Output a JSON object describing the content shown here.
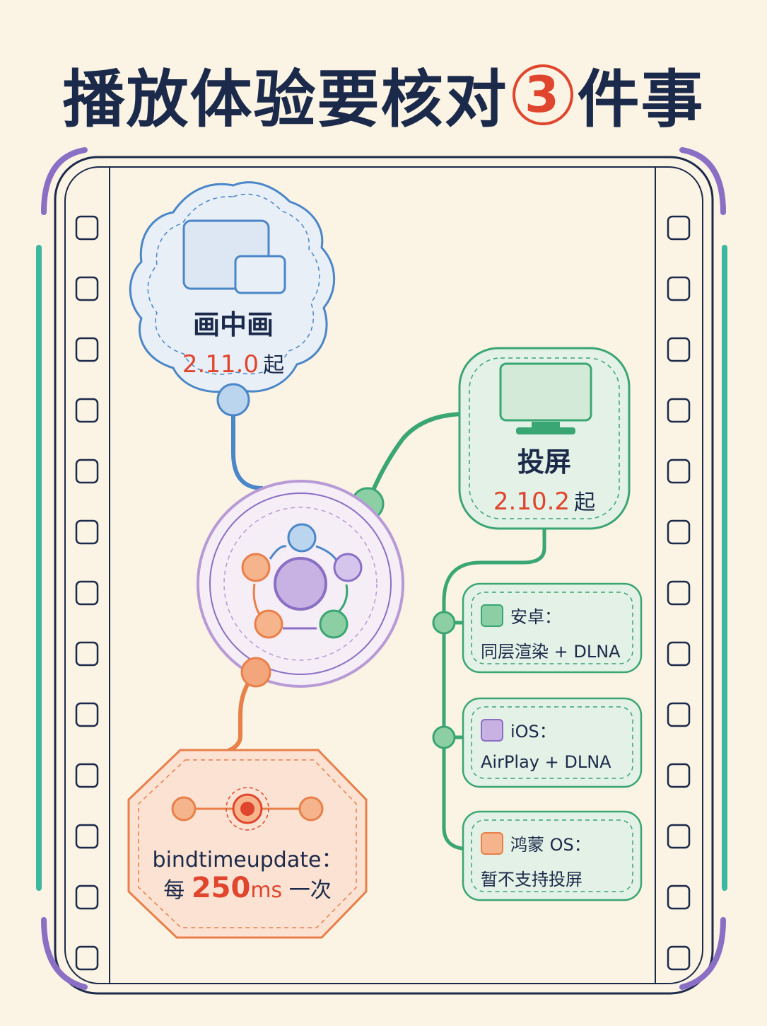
{
  "title": {
    "before": "播放体验要核对",
    "number": "3",
    "after": "件事"
  },
  "pip": {
    "label": "画中画",
    "version": "2.11.0",
    "suffix": "起"
  },
  "cast": {
    "label": "投屏",
    "version": "2.10.2",
    "suffix": "起",
    "platforms": [
      {
        "name": "安卓：",
        "desc": "同层渲染 + DLNA",
        "color": "#3aa673"
      },
      {
        "name": "iOS：",
        "desc": "AirPlay + DLNA",
        "color": "#8a6fc4"
      },
      {
        "name": "鸿蒙 OS：",
        "desc": "暂不支持投屏",
        "color": "#e8804a"
      }
    ]
  },
  "timeupdate": {
    "event": "bindtimeupdate：",
    "prefix": "每",
    "value": "250",
    "unit": "ms",
    "suffix": "一次"
  },
  "colors": {
    "navy": "#1b2a4a",
    "red": "#e0452d",
    "blue": "#4a86c8",
    "green": "#3aa673",
    "purple": "#8a6fc4",
    "orange": "#e8804a",
    "teal": "#3db8a0"
  }
}
